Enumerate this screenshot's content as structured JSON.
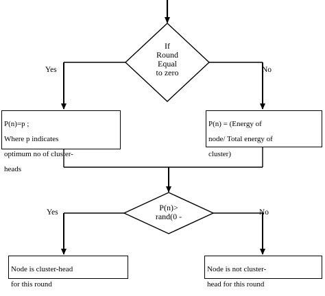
{
  "flowchart": {
    "decision1": {
      "lines": [
        "If",
        "Round",
        "Equal",
        "to zero"
      ],
      "yes_label": "Yes",
      "no_label": "No"
    },
    "yes_box1": {
      "lines": [
        "P(n)=p ;",
        "Where p indicates",
        "optimum no of cluster-",
        "heads"
      ]
    },
    "no_box1": {
      "lines": [
        "P(n) = (Energy of",
        "node/ Total energy of",
        "cluster)"
      ]
    },
    "decision2": {
      "lines": [
        "P(n)>",
        "rand(0 -"
      ],
      "yes_label": "Yes",
      "no_label": "No"
    },
    "yes_box2": {
      "lines": [
        "Node is cluster-head",
        "for this round"
      ]
    },
    "no_box2": {
      "lines": [
        "Node is not cluster-",
        "head for this round"
      ]
    }
  }
}
